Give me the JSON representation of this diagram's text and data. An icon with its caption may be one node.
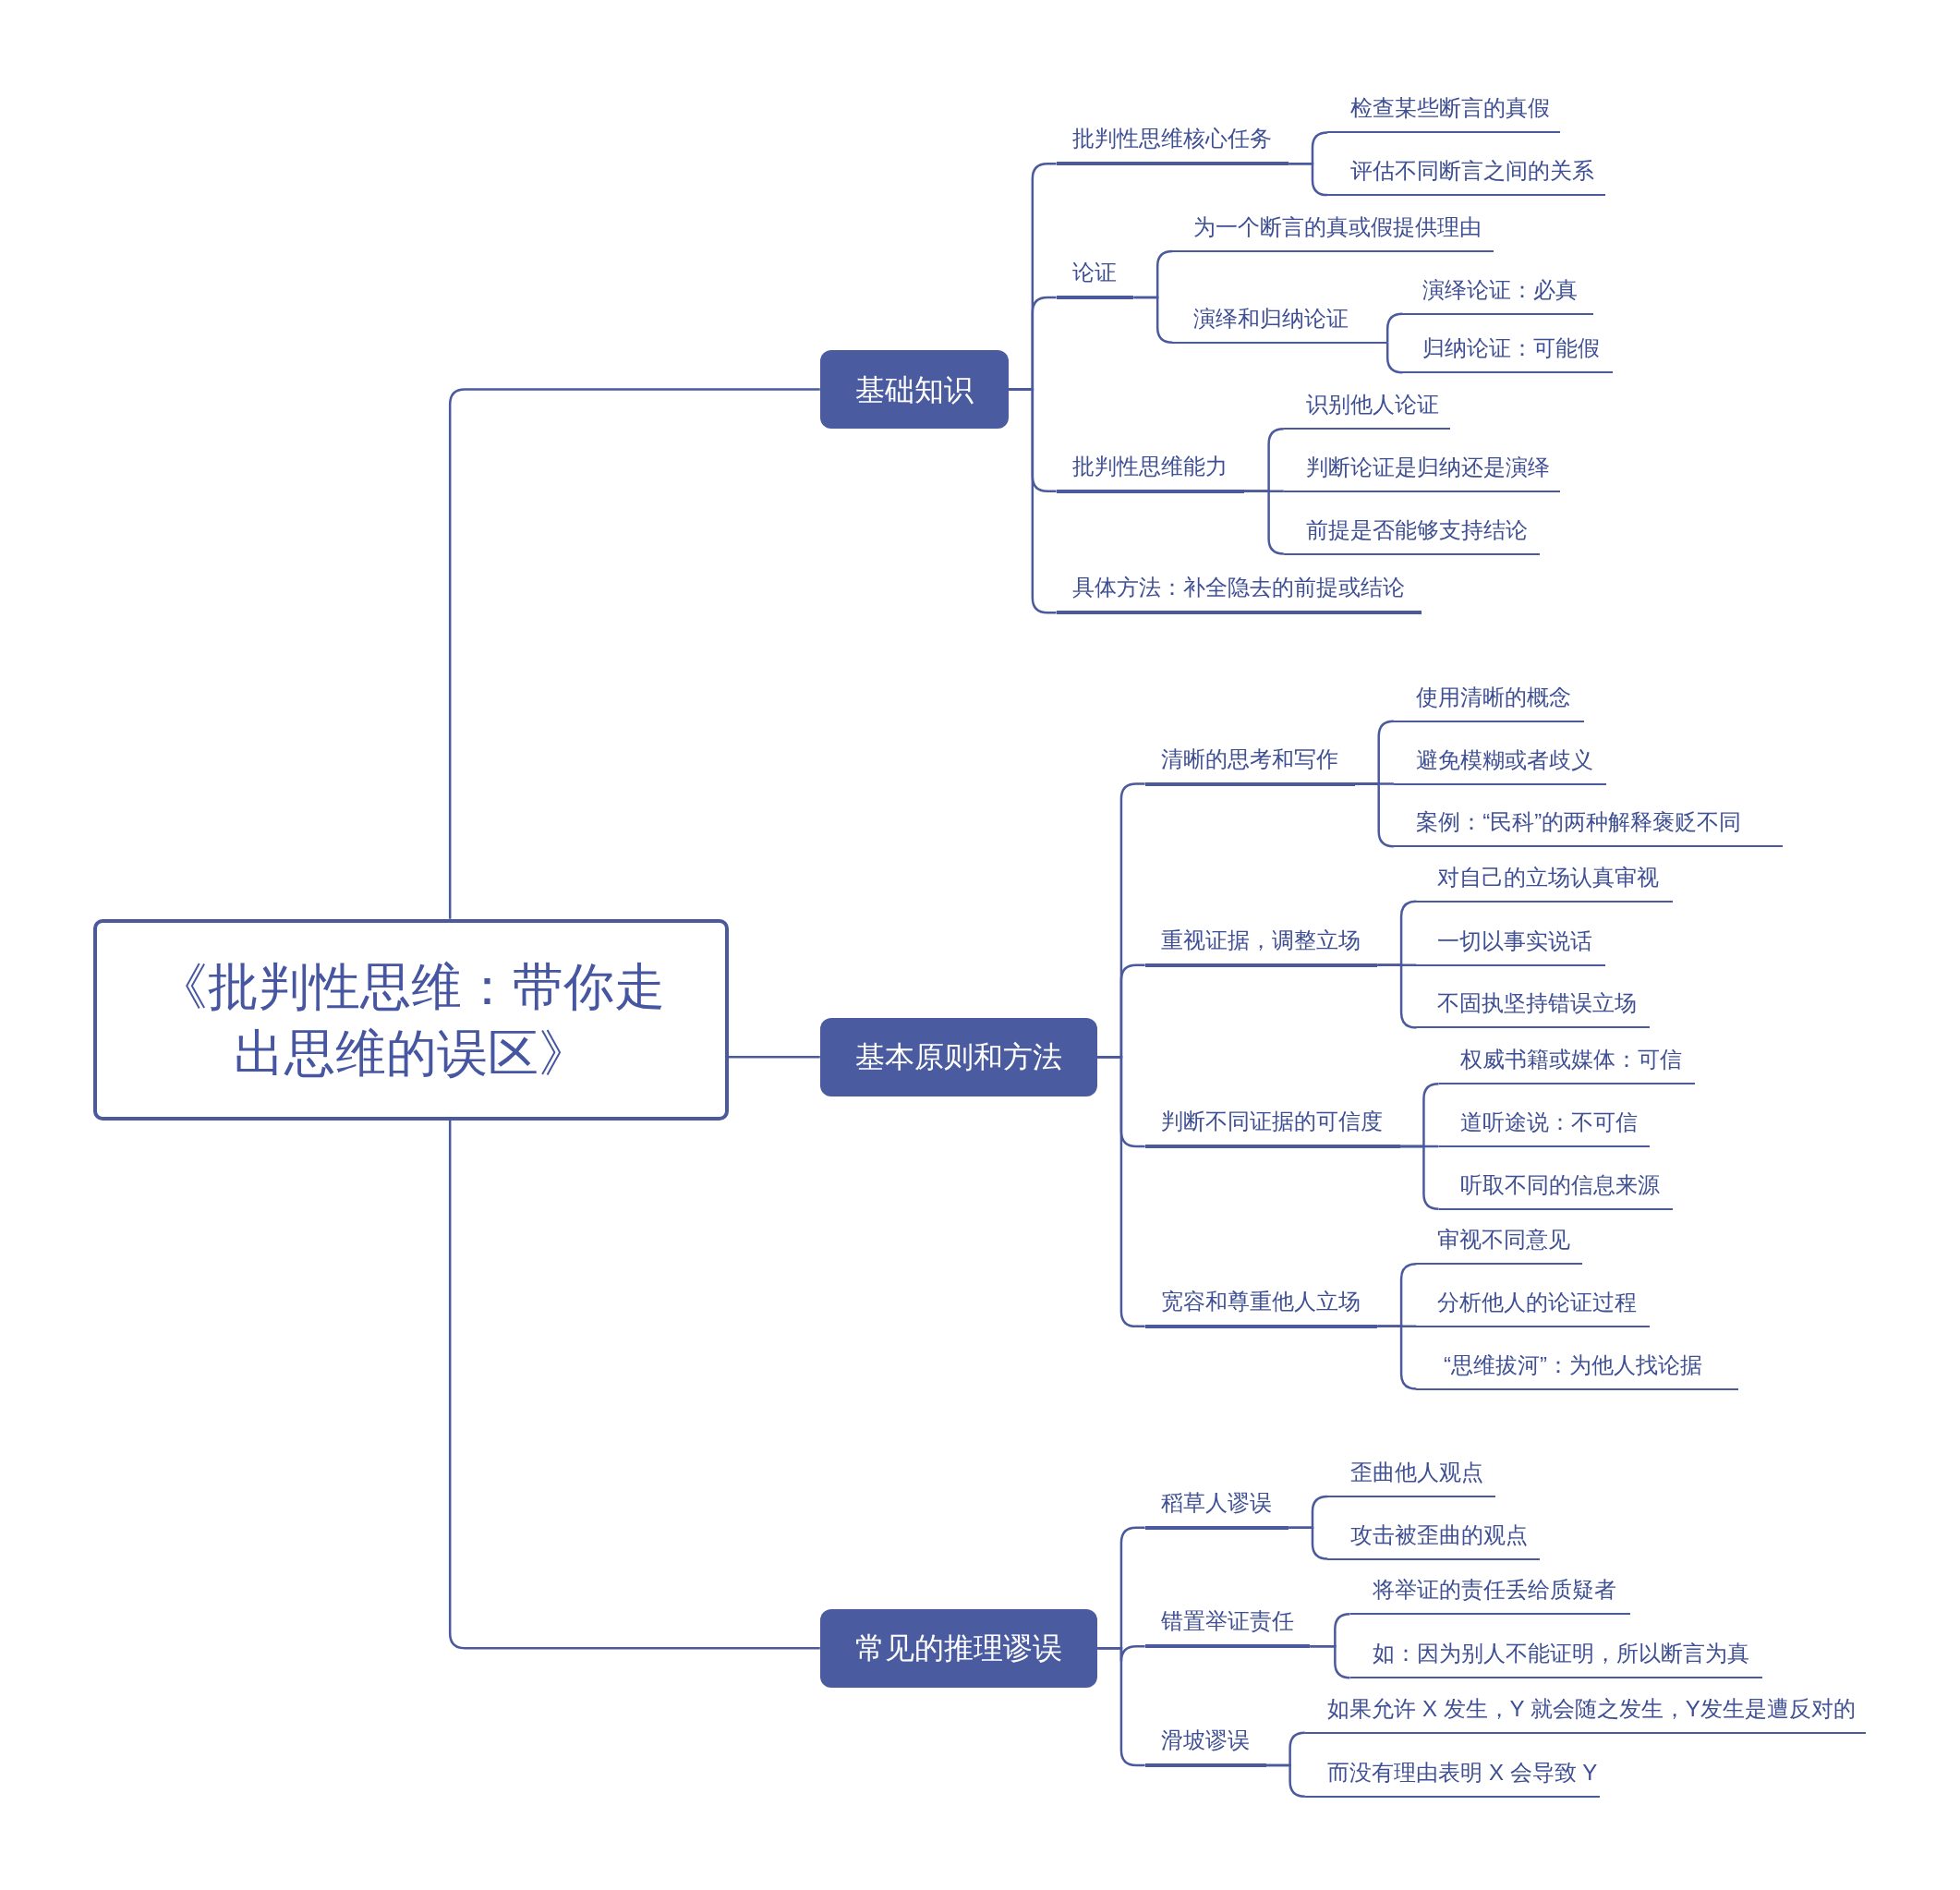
{
  "diagram": {
    "nodes": [
      {
        "text": [
          "《批判性思维：带你走出思维的误区》"
        ]
      },
      {
        "text": [
          "基础知识"
        ]
      },
      {
        "text": [
          "批判性思维核心任务"
        ]
      },
      {
        "text": [
          "检查某些断言的真假"
        ]
      },
      {
        "text": [
          "评估不同断言之间的关系"
        ]
      },
      {
        "text": [
          "论证"
        ]
      },
      {
        "text": [
          "为一个断言的真或假提供理由"
        ]
      },
      {
        "text": [
          "演绎和归纳论证"
        ]
      },
      {
        "text": [
          "演绎论证：必真"
        ]
      },
      {
        "text": [
          "归纳论证：可能假"
        ]
      },
      {
        "text": [
          "批判性思维能力"
        ]
      },
      {
        "text": [
          "识别他人论证"
        ]
      },
      {
        "text": [
          "判断论证是归纳还是演绎"
        ]
      },
      {
        "text": [
          "前提是否能够支持结论"
        ]
      },
      {
        "text": [
          "具体方法：补全隐去的前提或结论"
        ]
      },
      {
        "text": [
          "基本原则和方法"
        ]
      },
      {
        "text": [
          "清晰的思考和写作"
        ]
      },
      {
        "text": [
          "使用清晰的概念"
        ]
      },
      {
        "text": [
          "避免模糊或者歧义"
        ]
      },
      {
        "text": [
          "案例：“民科”的两种解释褒贬不同"
        ]
      },
      {
        "text": [
          "重视证据，调整立场"
        ]
      },
      {
        "text": [
          "对自己的立场认真审视"
        ]
      },
      {
        "text": [
          "一切以事实说话"
        ]
      },
      {
        "text": [
          "不固执坚持错误立场"
        ]
      },
      {
        "text": [
          "判断不同证据的可信度"
        ]
      },
      {
        "text": [
          "权威书籍或媒体：可信"
        ]
      },
      {
        "text": [
          "道听途说：不可信"
        ]
      },
      {
        "text": [
          "听取不同的信息来源"
        ]
      },
      {
        "text": [
          "宽容和尊重他人立场"
        ]
      },
      {
        "text": [
          "审视不同意见"
        ]
      },
      {
        "text": [
          "分析他人的论证过程"
        ]
      },
      {
        "text": [
          "“思维拔河”：为他人找论据"
        ]
      },
      {
        "text": [
          "常见的推理谬误"
        ]
      },
      {
        "text": [
          "稻草人谬误"
        ]
      },
      {
        "text": [
          "歪曲他人观点"
        ]
      },
      {
        "text": [
          "攻击被歪曲的观点"
        ]
      },
      {
        "text": [
          "错置举证责任"
        ]
      },
      {
        "text": [
          "将举证的责任丢给质疑者"
        ]
      },
      {
        "text": [
          "如：因为别人不能证明，所以断言为真"
        ]
      },
      {
        "text": [
          "滑坡谬误"
        ]
      },
      {
        "text": [
          "如果允许 X 发生，Y 就会随之发生，Y发生是遭反对的"
        ]
      },
      {
        "text": [
          "而没有理由表明 X 会导致 Y"
        ]
      }
    ],
    "edges": [
      {
        "from": 0,
        "to": 1,
        "arrow": "none"
      },
      {
        "from": 1,
        "to": 2,
        "arrow": "none"
      },
      {
        "from": 2,
        "to": 3,
        "arrow": "none"
      },
      {
        "from": 2,
        "to": 4,
        "arrow": "none"
      },
      {
        "from": 1,
        "to": 5,
        "arrow": "none"
      },
      {
        "from": 5,
        "to": 6,
        "arrow": "none"
      },
      {
        "from": 5,
        "to": 7,
        "arrow": "none"
      },
      {
        "from": 7,
        "to": 8,
        "arrow": "none"
      },
      {
        "from": 7,
        "to": 9,
        "arrow": "none"
      },
      {
        "from": 1,
        "to": 10,
        "arrow": "none"
      },
      {
        "from": 10,
        "to": 11,
        "arrow": "none"
      },
      {
        "from": 10,
        "to": 12,
        "arrow": "none"
      },
      {
        "from": 10,
        "to": 13,
        "arrow": "none"
      },
      {
        "from": 1,
        "to": 14,
        "arrow": "none"
      },
      {
        "from": 0,
        "to": 15,
        "arrow": "none"
      },
      {
        "from": 15,
        "to": 16,
        "arrow": "none"
      },
      {
        "from": 16,
        "to": 17,
        "arrow": "none"
      },
      {
        "from": 16,
        "to": 18,
        "arrow": "none"
      },
      {
        "from": 16,
        "to": 19,
        "arrow": "none"
      },
      {
        "from": 15,
        "to": 20,
        "arrow": "none"
      },
      {
        "from": 20,
        "to": 21,
        "arrow": "none"
      },
      {
        "from": 20,
        "to": 22,
        "arrow": "none"
      },
      {
        "from": 20,
        "to": 23,
        "arrow": "none"
      },
      {
        "from": 15,
        "to": 24,
        "arrow": "none"
      },
      {
        "from": 24,
        "to": 25,
        "arrow": "none"
      },
      {
        "from": 24,
        "to": 26,
        "arrow": "none"
      },
      {
        "from": 24,
        "to": 27,
        "arrow": "none"
      },
      {
        "from": 15,
        "to": 28,
        "arrow": "none"
      },
      {
        "from": 28,
        "to": 29,
        "arrow": "none"
      },
      {
        "from": 28,
        "to": 30,
        "arrow": "none"
      },
      {
        "from": 28,
        "to": 31,
        "arrow": "none"
      },
      {
        "from": 0,
        "to": 32,
        "arrow": "none"
      },
      {
        "from": 32,
        "to": 33,
        "arrow": "none"
      },
      {
        "from": 33,
        "to": 34,
        "arrow": "none"
      },
      {
        "from": 33,
        "to": 35,
        "arrow": "none"
      },
      {
        "from": 32,
        "to": 36,
        "arrow": "none"
      },
      {
        "from": 36,
        "to": 37,
        "arrow": "none"
      },
      {
        "from": 36,
        "to": 38,
        "arrow": "none"
      },
      {
        "from": 32,
        "to": 39,
        "arrow": "none"
      },
      {
        "from": 39,
        "to": 40,
        "arrow": "none"
      },
      {
        "from": 39,
        "to": 41,
        "arrow": "none"
      }
    ]
  }
}
